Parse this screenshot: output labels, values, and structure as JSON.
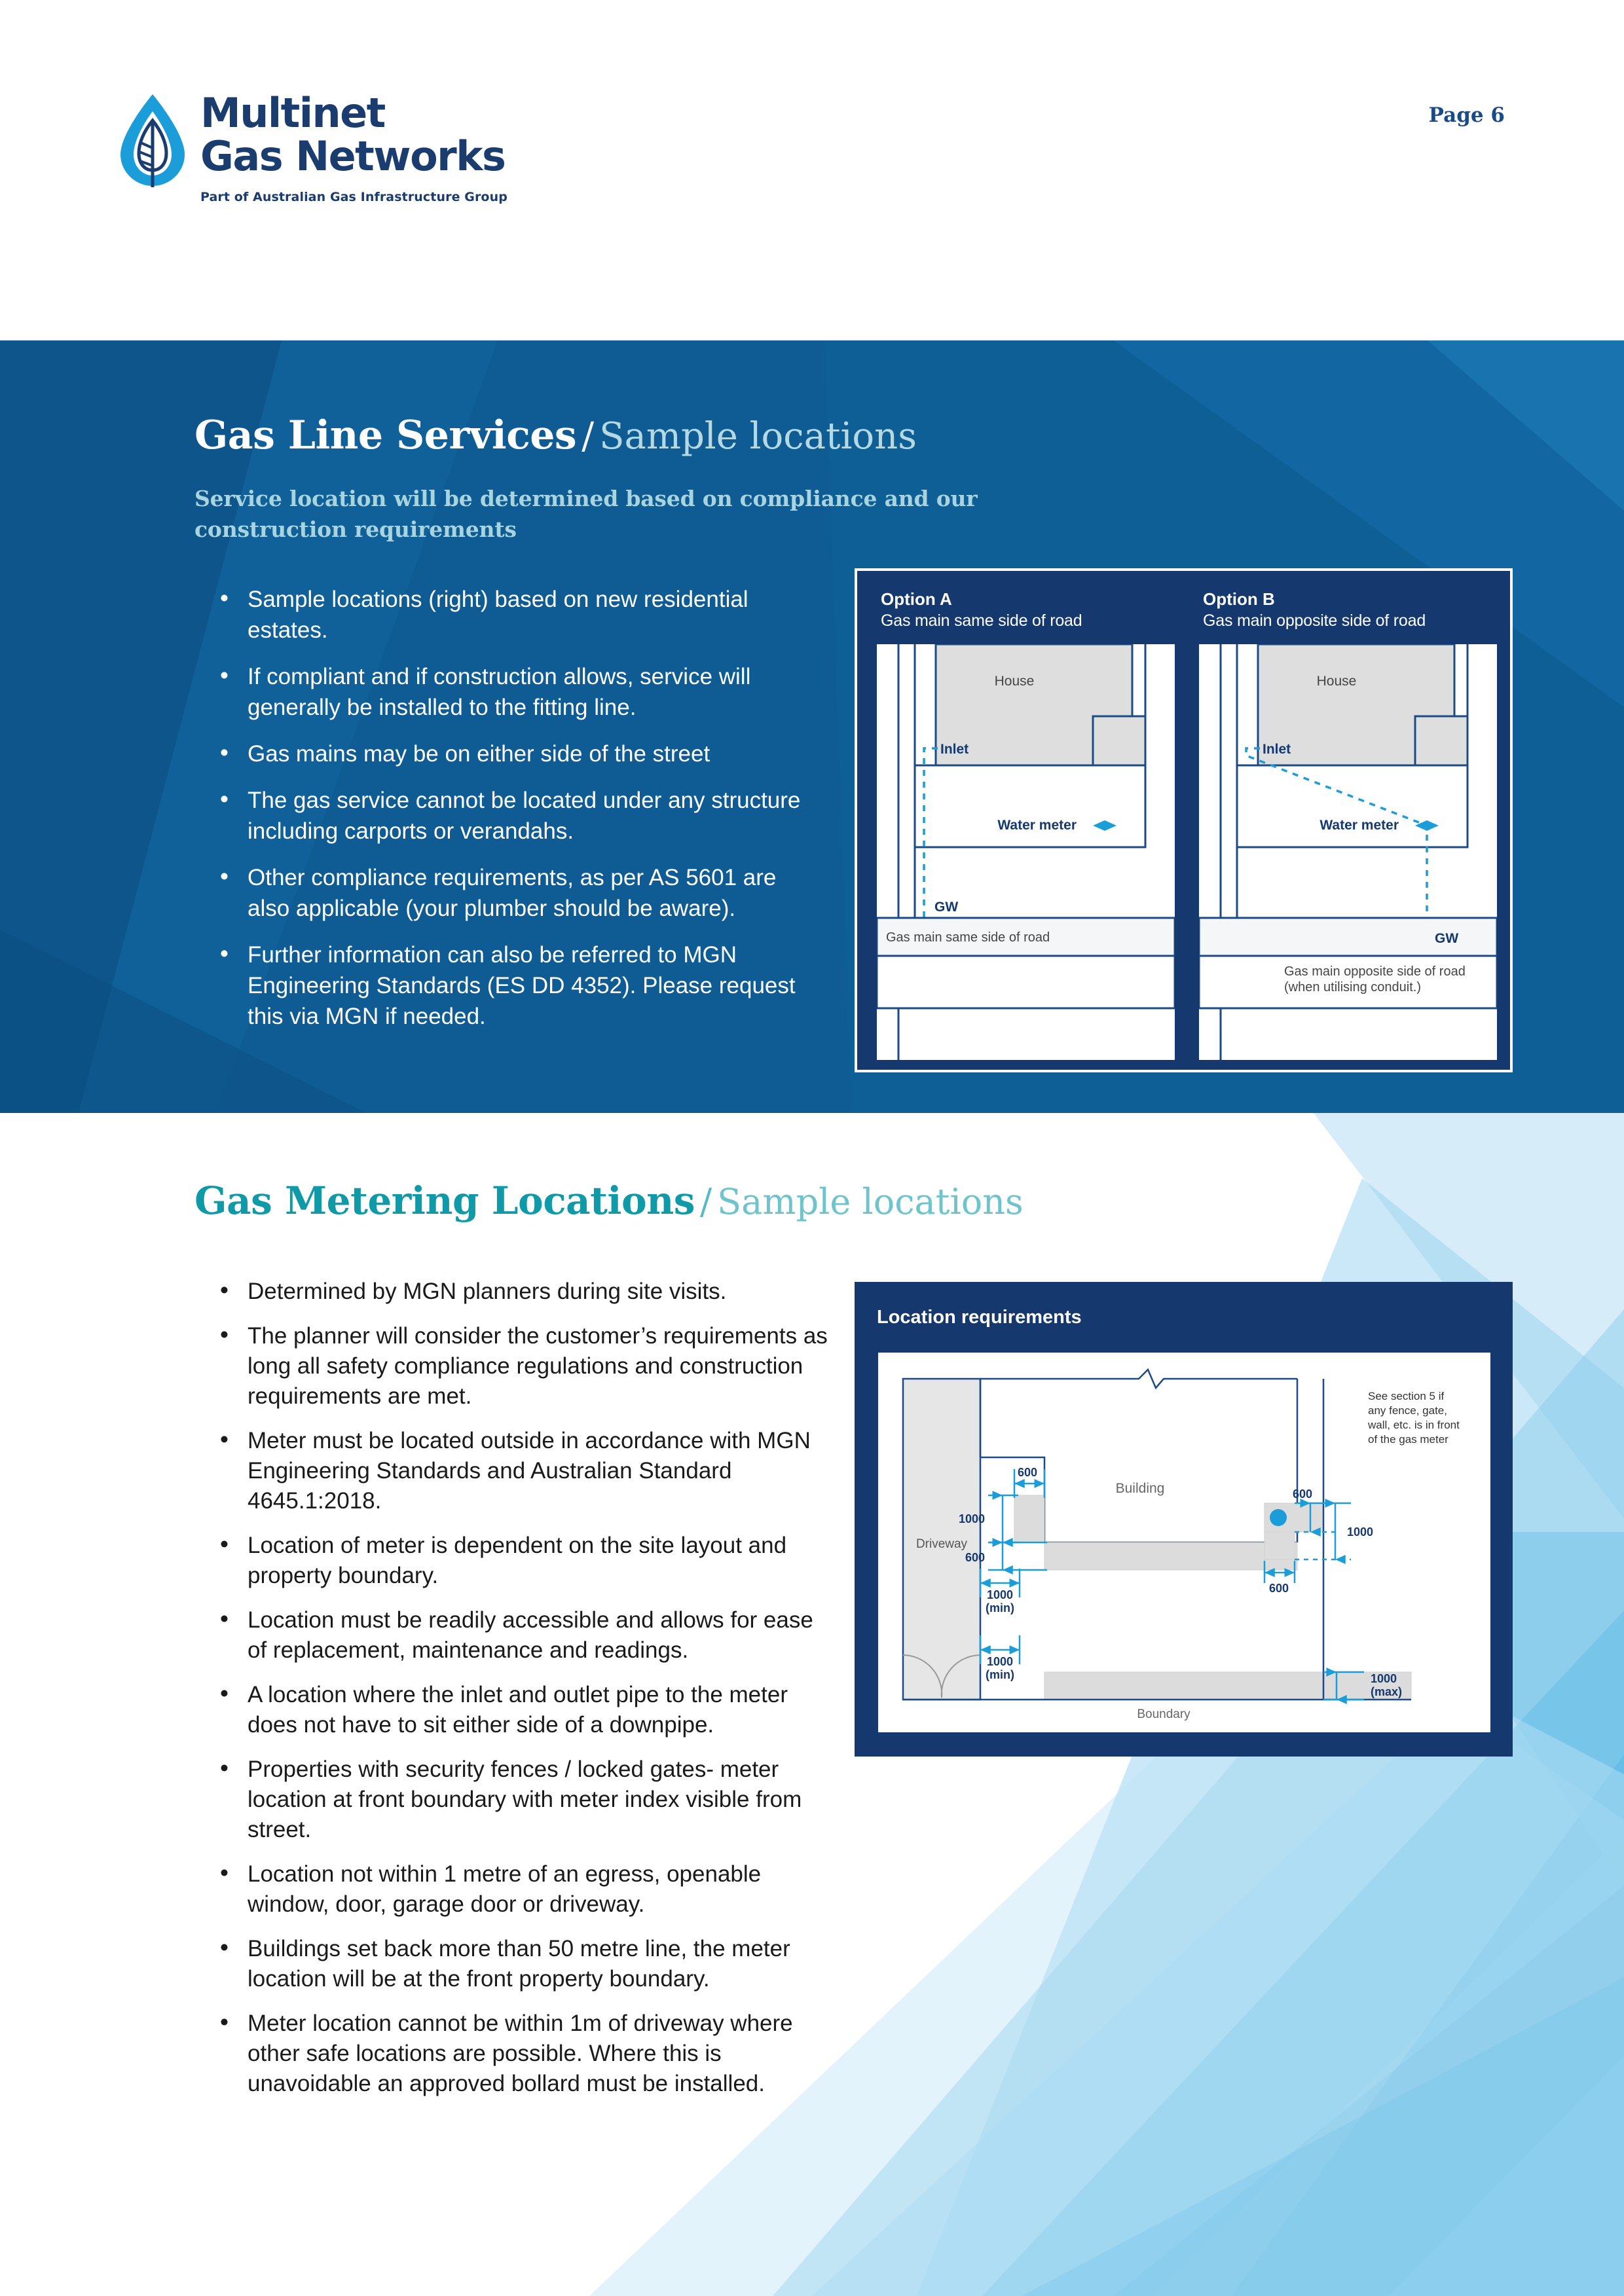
{
  "header": {
    "logo": {
      "line1": "Multinet",
      "line2": "Gas Networks",
      "tagline": "Part of Australian Gas Infrastructure Group",
      "drop_color": "#1a9dd9",
      "text_color": "#1b3c6e"
    },
    "page_label": "Page 6"
  },
  "section1": {
    "heading_bold": "Gas Line Services",
    "heading_slash": "/",
    "heading_light": "Sample locations",
    "subheading": "Service location will be determined based on compliance and our construction requirements",
    "band_color": "#0f5c94",
    "bullets": [
      "Sample locations (right) based on new residential estates.",
      "If compliant and if construction allows, service will generally be installed to the fitting line.",
      "Gas mains may be on either side of the street",
      "The gas service cannot be located under any structure including carports or verandahs.",
      "Other compliance requirements, as per AS 5601 are also applicable (your plumber should be aware).",
      "Further information can also be referred to MGN Engineering Standards (ES DD 4352). Please request this via MGN if needed."
    ],
    "diagram": {
      "panel_bg": "#15386e",
      "options": [
        {
          "title": "Option A",
          "subtitle": "Gas main same side of road",
          "house_label": "House",
          "inlet_label": "Inlet",
          "water_meter_label": "Water meter",
          "gw_label": "GW",
          "caption": "Gas main same side of road"
        },
        {
          "title": "Option B",
          "subtitle": "Gas main opposite side of road",
          "house_label": "House",
          "inlet_label": "Inlet",
          "water_meter_label": "Water meter",
          "gw_label": "GW",
          "caption": "Gas main opposite side of road (when utilising conduit.)"
        }
      ]
    }
  },
  "section2": {
    "heading_bold": "Gas Metering Locations",
    "heading_slash": "/",
    "heading_light": "Sample locations",
    "heading_color": "#109aa8",
    "bullets": [
      "Determined by MGN planners during site visits.",
      "The planner will consider the customer’s requirements as long all safety compliance regulations and construction requirements are met.",
      "Meter must be located outside in accordance with MGN Engineering Standards and Australian Standard 4645.1:2018.",
      "Location of meter is dependent on the site layout and property boundary.",
      "Location must be readily accessible and allows for ease of replacement, maintenance and readings.",
      "A location where the inlet and outlet pipe to the meter does not have to sit either side of a downpipe.",
      "Properties with security fences / locked gates- meter location at front boundary with meter index visible from street.",
      "Location not within 1 metre of an egress, openable window, door, garage door or driveway.",
      "Buildings set back more than 50 metre line, the meter location will be at the front property boundary.",
      "Meter location cannot be within 1m of driveway where other safe locations are possible. Where this is unavoidable an approved bollard must be installed."
    ],
    "diagram": {
      "title": "Location requirements",
      "panel_bg": "#15386e",
      "labels": {
        "building": "Building",
        "driveway": "Driveway",
        "boundary": "Boundary",
        "note": "See section 5 if any fence, gate, wall, etc. is in front of the gas meter",
        "dim_600_top_left": "600",
        "dim_1000_left": "1000",
        "dim_600_left_lower": "600",
        "dim_1000_min_upper": "1000\n(min)",
        "dim_1000_min_lower": "1000\n(min)",
        "dim_600_top_right": "600",
        "dim_1000_right": "1000",
        "dim_600_right_lower": "600",
        "dim_1000_max": "1000\n(max)"
      },
      "dimension_color": "#1a9dd9",
      "meter_marker_color": "#1a9dd9"
    }
  }
}
